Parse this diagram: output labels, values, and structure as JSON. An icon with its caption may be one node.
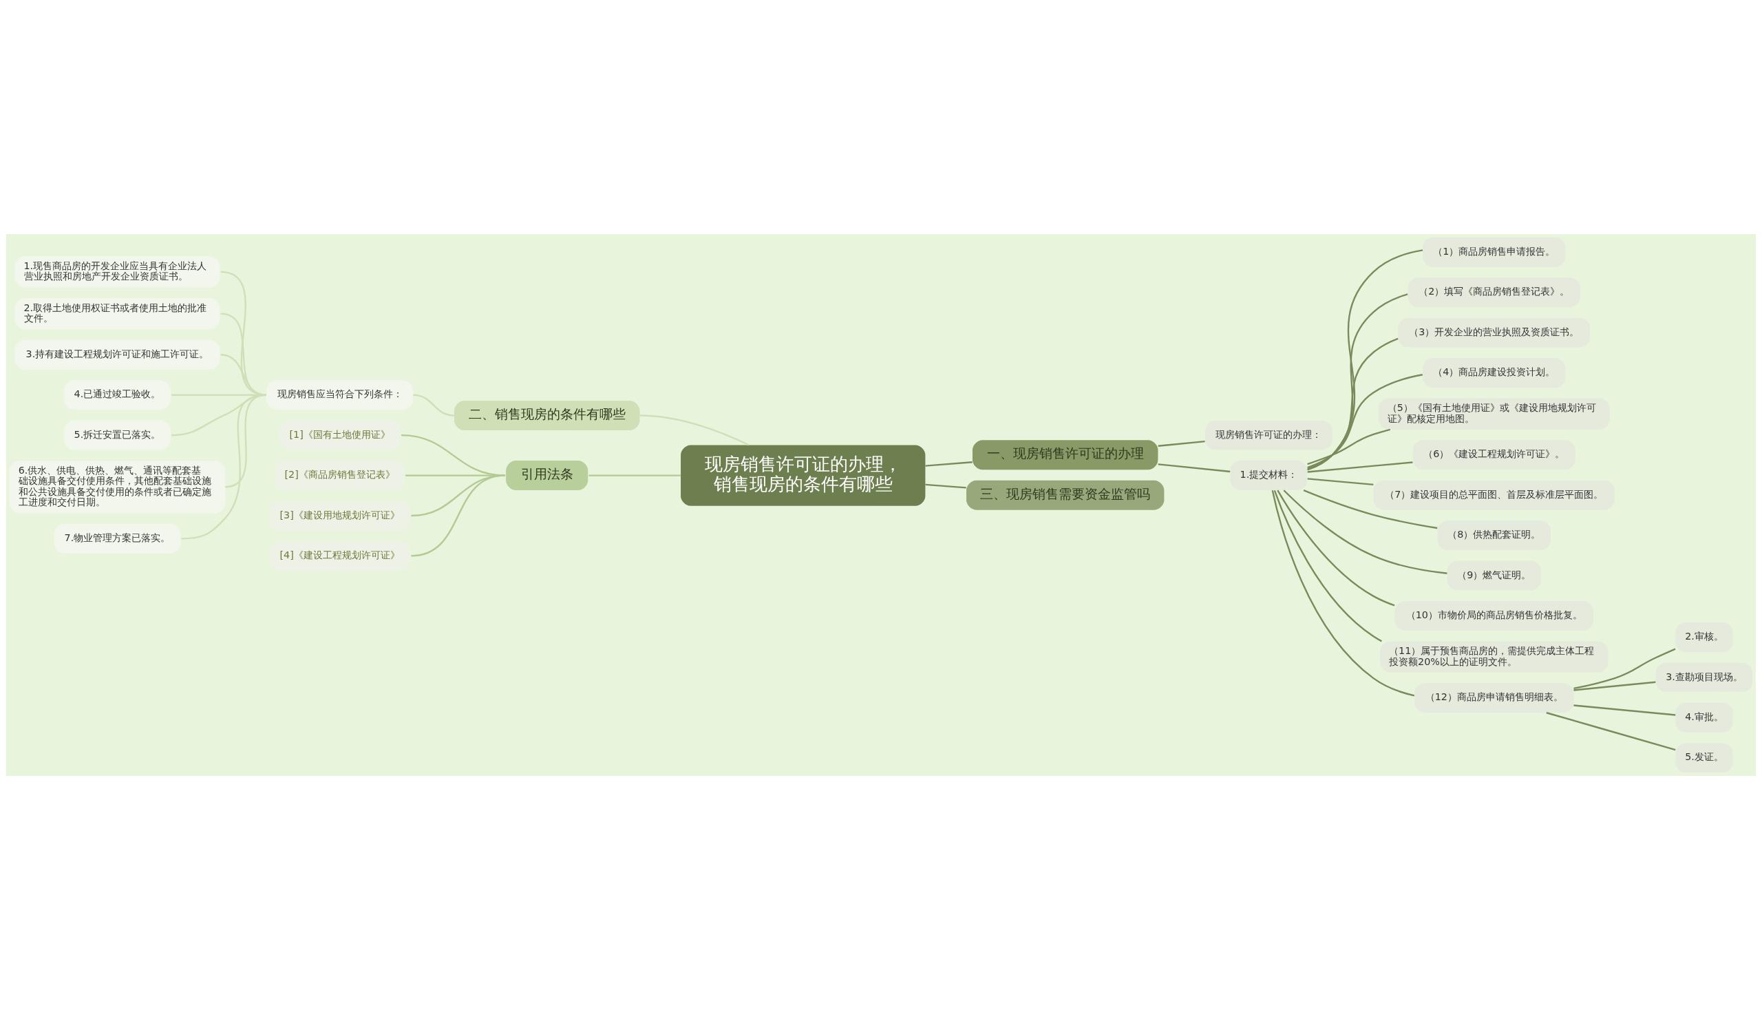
{
  "diagram": {
    "nodes": [
      {
        "text": [
          "现房销售许可证的办理，销售现房的条件有哪些"
        ]
      },
      {
        "text": [
          "一、现房销售许可证的办理"
        ]
      },
      {
        "text": [
          "现房销售许可证的办理："
        ]
      },
      {
        "text": [
          "1.提交材料："
        ]
      },
      {
        "text": [
          "（1）商品房销售申请报告。"
        ]
      },
      {
        "text": [
          "（2）填写《商品房销售登记表》。"
        ]
      },
      {
        "text": [
          "（3）开发企业的营业执照及资质证书。"
        ]
      },
      {
        "text": [
          "（4）商品房建设投资计划。"
        ]
      },
      {
        "text": [
          "（5）《国有土地使用证》或《建设用地规划许可证》配核定用地图。"
        ]
      },
      {
        "text": [
          "（6）《建设工程规划许可证》。"
        ]
      },
      {
        "text": [
          "（7）建设项目的总平面图、首层及标准层平面图。"
        ]
      },
      {
        "text": [
          "（8）供热配套证明。"
        ]
      },
      {
        "text": [
          "（9）燃气证明。"
        ]
      },
      {
        "text": [
          "（10）市物价局的商品房销售价格批复。"
        ]
      },
      {
        "text": [
          "（11）属于预售商品房的，需提供完成主体工程投资额20%以上的证明文件。"
        ]
      },
      {
        "text": [
          "（12）商品房申请销售明细表。"
        ]
      },
      {
        "text": [
          "2.审核。"
        ]
      },
      {
        "text": [
          "3.查勘项目现场。"
        ]
      },
      {
        "text": [
          "4.审批。"
        ]
      },
      {
        "text": [
          "5.发证。"
        ]
      },
      {
        "text": [
          "二、销售现房的条件有哪些"
        ]
      },
      {
        "text": [
          "现房销售应当符合下列条件："
        ]
      },
      {
        "text": [
          "1.现售商品房的开发企业应当具有企业法人营业执照和房地产开发企业资质证书。"
        ]
      },
      {
        "text": [
          "2.取得土地使用权证书或者使用土地的批准文件。"
        ]
      },
      {
        "text": [
          "3.持有建设工程规划许可证和施工许可证。"
        ]
      },
      {
        "text": [
          "4.已通过竣工验收。"
        ]
      },
      {
        "text": [
          "5.拆迁安置已落实。"
        ]
      },
      {
        "text": [
          "6.供水、供电、供热、燃气、通讯等配套基础设施具备交付使用条件，其他配套基础设施和公共设施具备交付使用的条件或者已确定施工进度和交付日期。"
        ]
      },
      {
        "text": [
          "7.物业管理方案已落实。"
        ]
      },
      {
        "text": [
          "三、现房销售需要资金监管吗"
        ]
      },
      {
        "text": [
          "引用法条"
        ]
      },
      {
        "text": [
          "[1]《国有土地使用证》"
        ]
      },
      {
        "text": [
          "[2]《商品房销售登记表》"
        ]
      },
      {
        "text": [
          "[3]《建设用地规划许可证》"
        ]
      },
      {
        "text": [
          "[4]《建设工程规划许可证》"
        ]
      }
    ],
    "edges": [
      {
        "from": 0,
        "to": 1,
        "arrow": "none"
      },
      {
        "from": 1,
        "to": 2,
        "arrow": "none"
      },
      {
        "from": 1,
        "to": 3,
        "arrow": "none"
      },
      {
        "from": 3,
        "to": 4,
        "arrow": "none"
      },
      {
        "from": 3,
        "to": 5,
        "arrow": "none"
      },
      {
        "from": 3,
        "to": 6,
        "arrow": "none"
      },
      {
        "from": 3,
        "to": 7,
        "arrow": "none"
      },
      {
        "from": 3,
        "to": 8,
        "arrow": "none"
      },
      {
        "from": 3,
        "to": 9,
        "arrow": "none"
      },
      {
        "from": 3,
        "to": 10,
        "arrow": "none"
      },
      {
        "from": 3,
        "to": 11,
        "arrow": "none"
      },
      {
        "from": 3,
        "to": 12,
        "arrow": "none"
      },
      {
        "from": 3,
        "to": 13,
        "arrow": "none"
      },
      {
        "from": 3,
        "to": 14,
        "arrow": "none"
      },
      {
        "from": 3,
        "to": 15,
        "arrow": "none"
      },
      {
        "from": 15,
        "to": 16,
        "arrow": "none"
      },
      {
        "from": 15,
        "to": 17,
        "arrow": "none"
      },
      {
        "from": 15,
        "to": 18,
        "arrow": "none"
      },
      {
        "from": 15,
        "to": 19,
        "arrow": "none"
      },
      {
        "from": 0,
        "to": 20,
        "arrow": "none",
        "color": "#cfe0b8"
      },
      {
        "from": 20,
        "to": 21,
        "arrow": "none",
        "color": "#cfe0b8"
      },
      {
        "from": 21,
        "to": 22,
        "arrow": "none",
        "color": "#cfe0b8"
      },
      {
        "from": 21,
        "to": 23,
        "arrow": "none",
        "color": "#cfe0b8"
      },
      {
        "from": 21,
        "to": 24,
        "arrow": "none",
        "color": "#cfe0b8"
      },
      {
        "from": 21,
        "to": 25,
        "arrow": "none",
        "color": "#cfe0b8"
      },
      {
        "from": 21,
        "to": 26,
        "arrow": "none",
        "color": "#cfe0b8"
      },
      {
        "from": 21,
        "to": 27,
        "arrow": "none",
        "color": "#cfe0b8"
      },
      {
        "from": 21,
        "to": 28,
        "arrow": "none",
        "color": "#cfe0b8"
      },
      {
        "from": 0,
        "to": 29,
        "arrow": "none"
      },
      {
        "from": 0,
        "to": 30,
        "arrow": "none",
        "color": "#b4ca94"
      },
      {
        "from": 30,
        "to": 31,
        "arrow": "none",
        "color": "#b4ca94"
      },
      {
        "from": 30,
        "to": 32,
        "arrow": "none",
        "color": "#b4ca94"
      },
      {
        "from": 30,
        "to": 33,
        "arrow": "none",
        "color": "#b4ca94"
      },
      {
        "from": 30,
        "to": 34,
        "arrow": "none",
        "color": "#b4ca94"
      }
    ]
  }
}
